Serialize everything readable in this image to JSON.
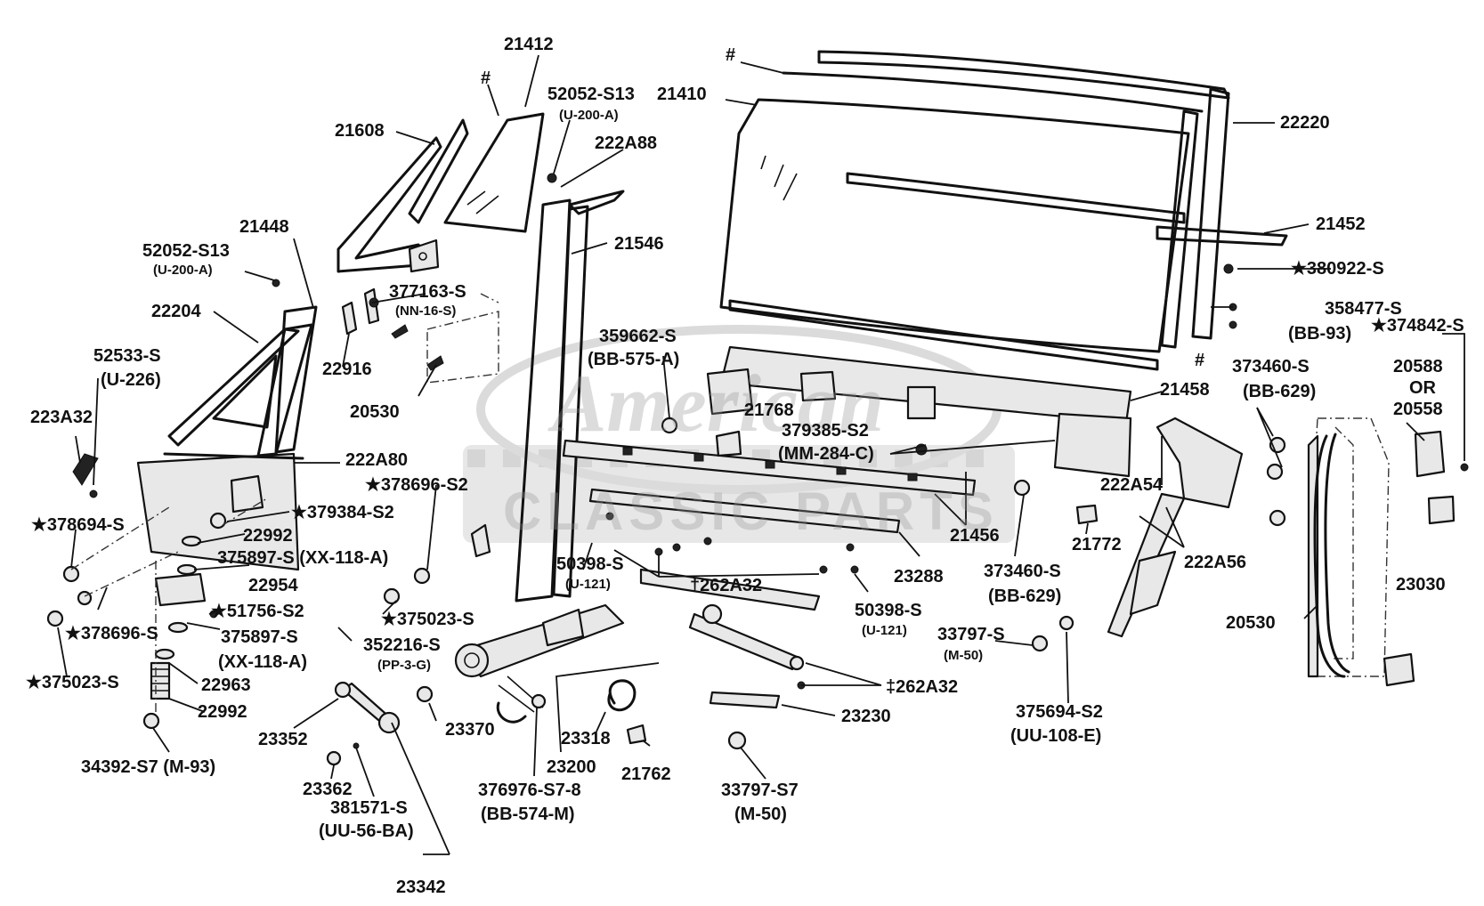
{
  "watermark": {
    "line1": "American",
    "line2": "CLASSIC PARTS"
  },
  "labels": {
    "p21412": "21412",
    "p52052_s13_top": "52052-S13",
    "p21410": "21410",
    "u200a_top": "(U-200-A)",
    "p222a88": "222A88",
    "hash_top_glass": "#",
    "hash_roof": "#",
    "hash_belt": "#",
    "p22220": "22220",
    "p21608": "21608",
    "p21448": "21448",
    "p52052_s13_left": "52052-S13",
    "u200a_left": "(U-200-A)",
    "p21546": "21546",
    "p21452": "21452",
    "p380922s": "★380922-S",
    "p377163s": "377163-S",
    "nn16s": "(NN-16-S)",
    "p22204": "22204",
    "p358477s": "358477-S",
    "bb93": "(BB-93)",
    "p374842s": "★374842-S",
    "p52533s": "52533-S",
    "u226": "(U-226)",
    "p22916": "22916",
    "p359662s": "359662-S",
    "bb575a": "(BB-575-A)",
    "p373460s_top": "373460-S",
    "bb629_top": "(BB-629)",
    "p20588": "20588",
    "or": "OR",
    "p20558": "20558",
    "p223a32": "223A32",
    "p20530_left": "20530",
    "p21768": "21768",
    "p21458": "21458",
    "p379385s2": "379385-S2",
    "mm284c": "(MM-284-C)",
    "p222a80": "222A80",
    "p378696s2_top": "★378696-S2",
    "p222a54": "222A54",
    "p378694s": "★378694-S",
    "p379384s2": "★379384-S2",
    "p22992_top": "22992",
    "p21456": "21456",
    "p21772": "21772",
    "p222a56": "222A56",
    "p375897s_top": "375897-S (XX-118-A)",
    "p50398s_left": "50398-S",
    "u121_left": "(U-121)",
    "p23288": "23288",
    "p373460s_bot": "373460-S",
    "bb629_bot": "(BB-629)",
    "p23030": "23030",
    "p22954": "22954",
    "p262a32_top": "†262A32",
    "p50398s_right": "50398-S",
    "u121_right": "(U-121)",
    "p375023s_mid": "★375023-S",
    "p51756s2": "★51756-S2",
    "p20530_right": "20530",
    "p378696s_left": "★378696-S",
    "p375897s_bot": "375897-S",
    "xx118a_bot": "(XX-118-A)",
    "p352216s": "352216-S",
    "pp3g": "(PP-3-G)",
    "p33797s_right": "33797-S",
    "m50_small": "(M-50)",
    "p375023s_left": "★375023-S",
    "p22963": "22963",
    "p262a32_bot": "‡262A32",
    "p375694s2": "375694-S2",
    "uu108e": "(UU-108-E)",
    "p22992_bot": "22992",
    "p23352": "23352",
    "p23370": "23370",
    "p23230": "23230",
    "p23318": "23318",
    "p34392s7": "34392-S7 (M-93)",
    "p23200": "23200",
    "p21762": "21762",
    "p33797s7": "33797-S7",
    "m50_bot": "(M-50)",
    "p23362": "23362",
    "p376976s78": "376976-S7-8",
    "bb574m": "(BB-574-M)",
    "p381571s": "381571-S",
    "uu56ba": "(UU-56-BA)",
    "p23342": "23342"
  }
}
